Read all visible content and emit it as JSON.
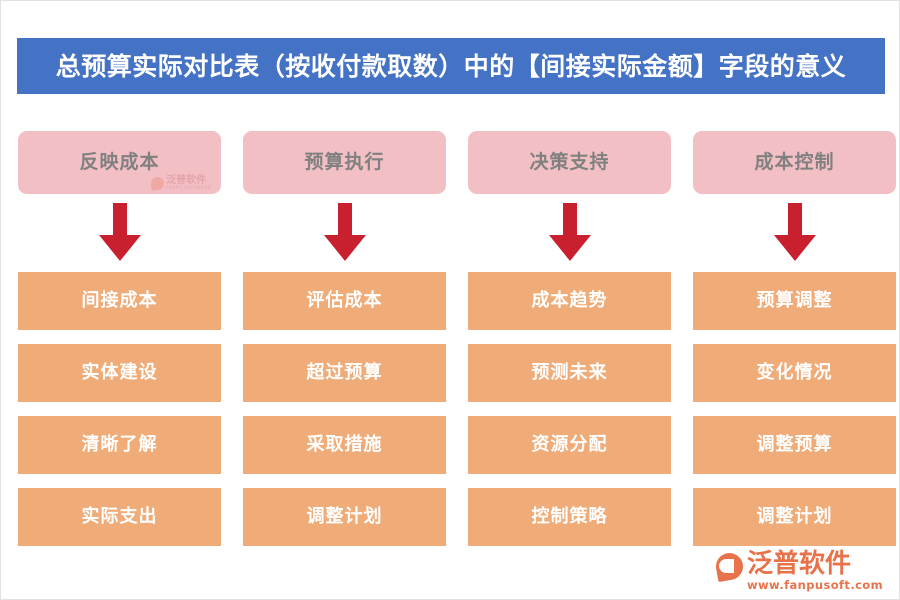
{
  "banner": {
    "title": "总预算实际对比表（按收付款取数）中的【间接实际金额】字段的意义",
    "background_color": "#4472C4",
    "text_color": "#FFFFFF"
  },
  "colors": {
    "pink_box": "#F2BFC4",
    "pink_text": "#808080",
    "orange_box": "#F0AC78",
    "orange_text": "#FFFFFF",
    "arrow_red": "#C8202E",
    "brand_orange": "#E8734A"
  },
  "columns": [
    {
      "header": "反映成本",
      "arrow": "down-arrow",
      "items": [
        "间接成本",
        "实体建设",
        "清晰了解",
        "实际支出"
      ]
    },
    {
      "header": "预算执行",
      "arrow": "down-arrow",
      "items": [
        "评估成本",
        "超过预算",
        "采取措施",
        "调整计划"
      ]
    },
    {
      "header": "决策支持",
      "arrow": "down-arrow",
      "items": [
        "成本趋势",
        "预测未来",
        "资源分配",
        "控制策略"
      ]
    },
    {
      "header": "成本控制",
      "arrow": "down-arrow",
      "items": [
        "预算调整",
        "变化情况",
        "调整预算",
        "调整计划"
      ]
    }
  ],
  "watermark": {
    "cn": "泛普软件",
    "en": "FANPU SOFTWARE"
  },
  "brand": {
    "cn": "泛普软件",
    "en": "www.fanpusoft.com"
  }
}
